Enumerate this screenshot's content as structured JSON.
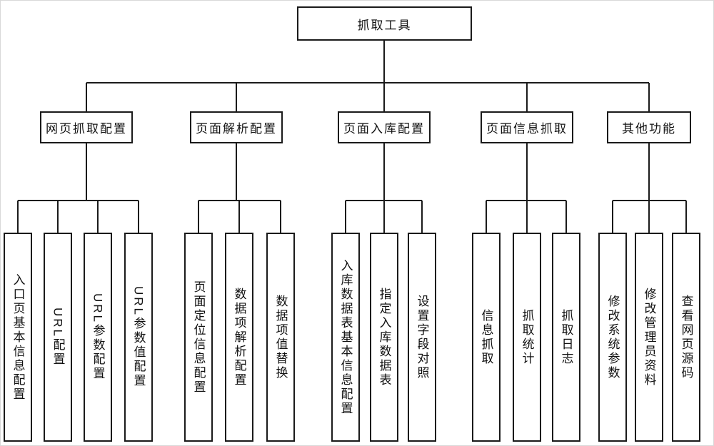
{
  "diagram": {
    "root": {
      "label": "抓取工具"
    },
    "branches": [
      {
        "label": "网页抓取配置",
        "children": [
          {
            "label": "入口页基本信息配置"
          },
          {
            "label": "URL配置"
          },
          {
            "label": "URL参数配置"
          },
          {
            "label": "URL参数值配置"
          }
        ]
      },
      {
        "label": "页面解析配置",
        "children": [
          {
            "label": "页面定位信息配置"
          },
          {
            "label": "数据项解析配置"
          },
          {
            "label": "数据项值替换"
          }
        ]
      },
      {
        "label": "页面入库配置",
        "children": [
          {
            "label": "入库数据表基本信息配置"
          },
          {
            "label": "指定入库数据表"
          },
          {
            "label": "设置字段对照"
          }
        ]
      },
      {
        "label": "页面信息抓取",
        "children": [
          {
            "label": "信息抓取"
          },
          {
            "label": "抓取统计"
          },
          {
            "label": "抓取日志"
          }
        ]
      },
      {
        "label": "其他功能",
        "children": [
          {
            "label": "修改系统参数"
          },
          {
            "label": "修改管理员资料"
          },
          {
            "label": "查看网页源码"
          }
        ]
      }
    ]
  }
}
